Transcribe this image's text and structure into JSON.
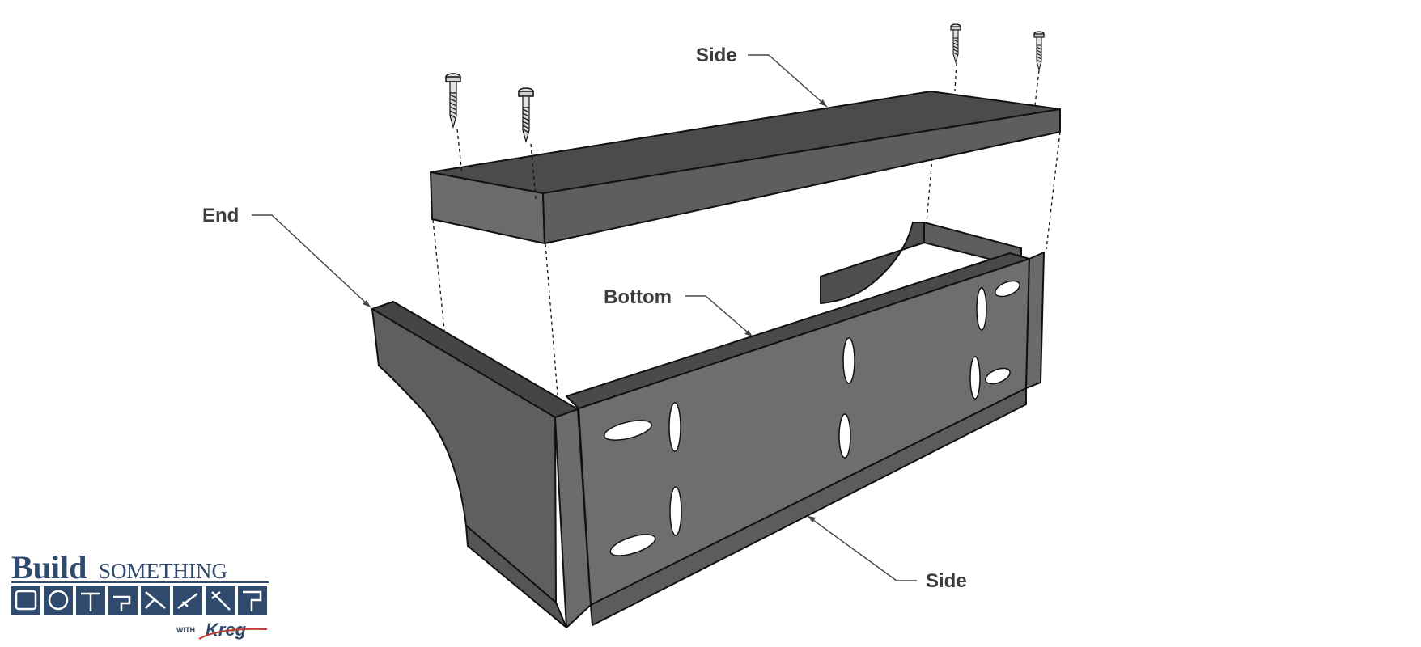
{
  "labels": {
    "side_top": "Side",
    "end": "End",
    "bottom": "Bottom",
    "side_bottom": "Side"
  },
  "logo": {
    "build": "Build",
    "something": "SOMETHING",
    "with": "WITH",
    "brand": "Kreg"
  },
  "colors": {
    "wood_top": "#4a4a4a",
    "wood_side": "#6a6a6a",
    "wood_dark": "#3c3c3c",
    "edge": "#111111",
    "label": "#3d3d3d",
    "logo_blue": "#2f4a6d"
  }
}
